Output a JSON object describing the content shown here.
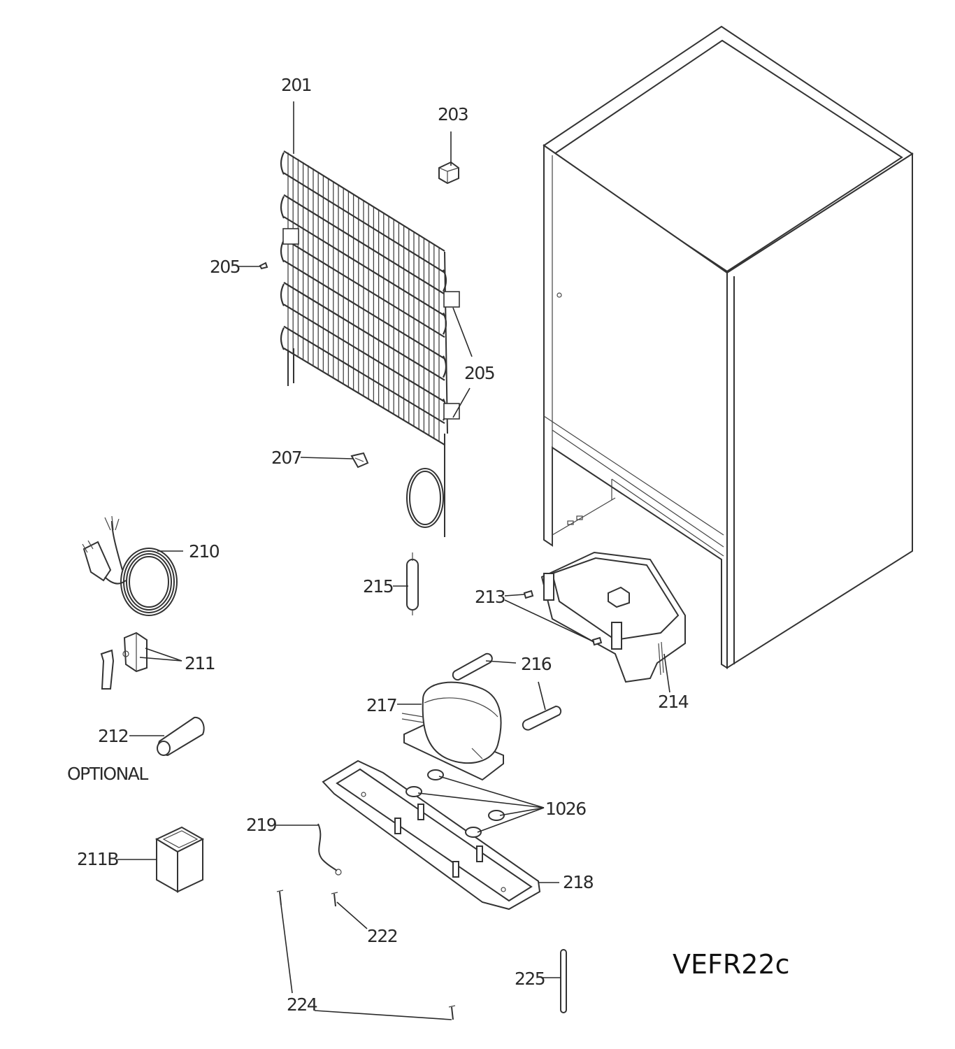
{
  "model": "VEFR22c",
  "optional_note": "OPTIONAL",
  "labels": {
    "p201": "201",
    "p203": "203",
    "p205a": "205",
    "p205b": "205",
    "p207": "207",
    "p210": "210",
    "p211": "211",
    "p211b": "211B",
    "p212": "212",
    "p213": "213",
    "p214": "214",
    "p215": "215",
    "p216": "216",
    "p217": "217",
    "p218": "218",
    "p219": "219",
    "p222": "222",
    "p224": "224",
    "p225": "225",
    "p1026": "1026"
  }
}
